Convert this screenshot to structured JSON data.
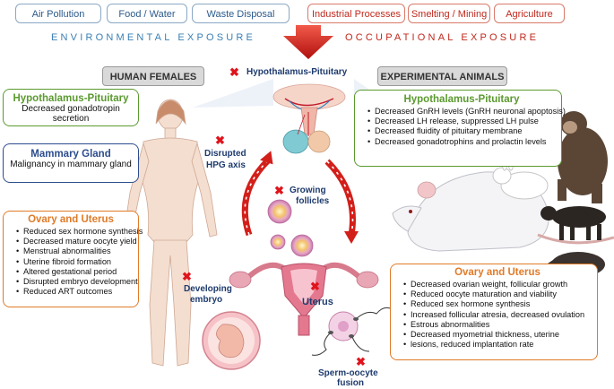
{
  "environmental_tags": [
    "Air Pollution",
    "Food / Water",
    "Waste Disposal"
  ],
  "occupational_tags": [
    "Industrial Processes",
    "Smelting / Mining",
    "Agriculture"
  ],
  "environmental_label": "ENVIRONMENTAL EXPOSURE",
  "occupational_label": "OCCUPATIONAL EXPOSURE",
  "human_females": {
    "header": "HUMAN FEMALES",
    "hypothalamus_pituitary": {
      "title": "Hypothalamus-Pituitary",
      "text": "Decreased gonadotropin secretion"
    },
    "mammary_gland": {
      "title": "Mammary Gland",
      "text": "Malignancy in mammary gland"
    },
    "ovary_uterus": {
      "title": "Ovary and Uterus",
      "items": [
        "Reduced sex hormone synthesis",
        "Decreased mature oocyte yield",
        "Menstrual abnormalities",
        "Uterine fibroid formation",
        "Altered gestational period",
        "Disrupted embryo development",
        "Reduced ART outcomes"
      ]
    }
  },
  "experimental_animals": {
    "header": "EXPERIMENTAL ANIMALS",
    "hypothalamus_pituitary": {
      "title": "Hypothalamus-Pituitary",
      "items": [
        "Decreased GnRH levels (GnRH neuronal apoptosis)",
        "Decreased LH release, suppressed LH pulse",
        "Decreased fluidity of pituitary membrane",
        "Decreased gonadotrophins and prolactin levels"
      ]
    },
    "ovary_uterus": {
      "title": "Ovary and Uterus",
      "items": [
        "Decreased ovarian weight, follicular growth",
        "Reduced oocyte maturation and viability",
        "Reduced sex hormone synthesis",
        "Increased follicular atresia, decreased ovulation",
        "Estrous abnormalities",
        "Decreased myometrial thickness, uterine",
        "lesions, reduced implantation rate"
      ]
    }
  },
  "center_labels": {
    "hypothalamus_pituitary": "Hypothalamus-Pituitary",
    "disrupted_hpg_1": "Disrupted",
    "disrupted_hpg_2": "HPG axis",
    "growing_follicles_1": "Growing",
    "growing_follicles_2": "follicles",
    "developing_embryo_1": "Developing",
    "developing_embryo_2": "embryo",
    "uterus": "Uterus",
    "sperm_oocyte_1": "Sperm-oocyte",
    "sperm_oocyte_2": "fusion"
  },
  "colors": {
    "green": "#5b9a2f",
    "blue": "#2c4d8e",
    "orange": "#e07b28",
    "red": "#c0281c"
  }
}
